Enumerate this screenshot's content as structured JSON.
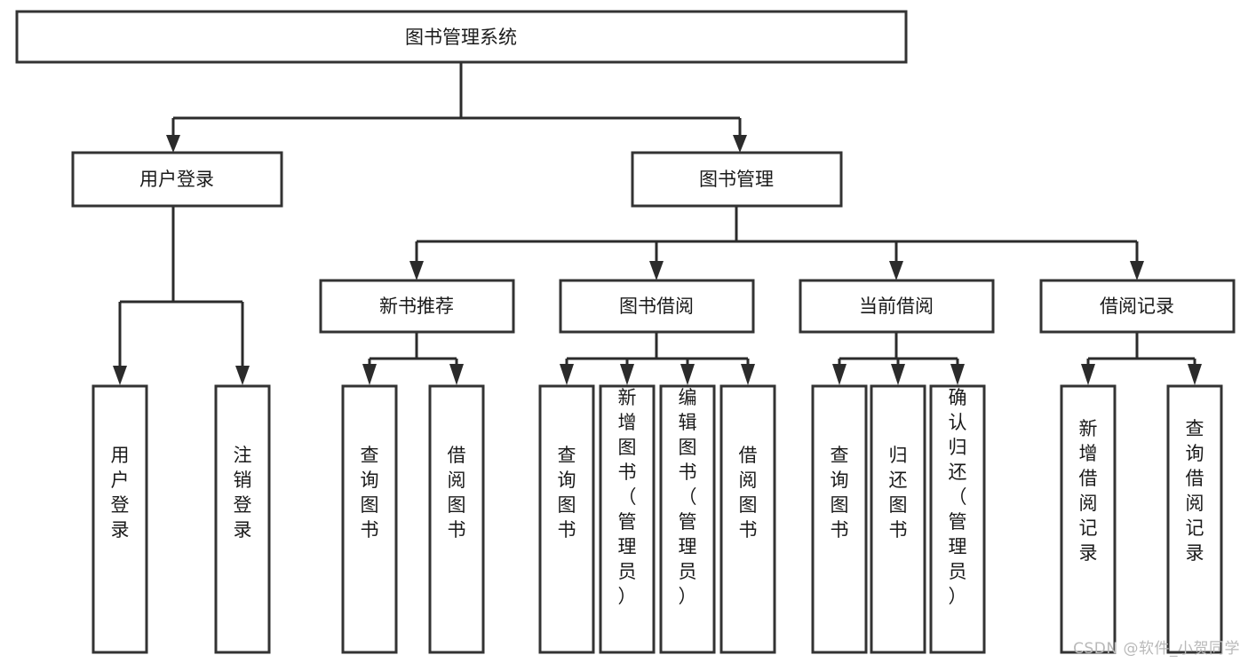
{
  "diagram": {
    "type": "tree-hierarchy",
    "title": "图书管理系统",
    "root": {
      "id": "root",
      "label": "图书管理系统",
      "level": 1
    },
    "level2": [
      {
        "id": "user-login",
        "label": "用户登录",
        "level": 2
      },
      {
        "id": "book-management",
        "label": "图书管理",
        "level": 2
      }
    ],
    "level3": [
      {
        "id": "new-book-recommend",
        "label": "新书推荐",
        "level": 3,
        "parent": "book-management"
      },
      {
        "id": "book-borrow",
        "label": "图书借阅",
        "level": 3,
        "parent": "book-management"
      },
      {
        "id": "current-borrow",
        "label": "当前借阅",
        "level": 3,
        "parent": "book-management"
      },
      {
        "id": "borrow-record",
        "label": "借阅记录",
        "level": 3,
        "parent": "book-management"
      }
    ],
    "leaves": [
      {
        "id": "leaf-user-login",
        "label": "用户登录",
        "parent": "user-login"
      },
      {
        "id": "leaf-logout-login",
        "label": "注销登录",
        "parent": "user-login"
      },
      {
        "id": "leaf-query-book-1",
        "label": "查询图书",
        "parent": "new-book-recommend"
      },
      {
        "id": "leaf-borrow-book-1",
        "label": "借阅图书",
        "parent": "new-book-recommend"
      },
      {
        "id": "leaf-query-book-2",
        "label": "查询图书",
        "parent": "book-borrow"
      },
      {
        "id": "leaf-add-book",
        "label": "新增图书（管理员）",
        "parent": "book-borrow"
      },
      {
        "id": "leaf-edit-book",
        "label": "编辑图书（管理员）",
        "parent": "book-borrow"
      },
      {
        "id": "leaf-borrow-book-2",
        "label": "借阅图书",
        "parent": "book-borrow"
      },
      {
        "id": "leaf-query-book-3",
        "label": "查询图书",
        "parent": "current-borrow"
      },
      {
        "id": "leaf-return-book",
        "label": "归还图书",
        "parent": "current-borrow"
      },
      {
        "id": "leaf-confirm-return",
        "label": "确认归还（管理员）",
        "parent": "current-borrow"
      },
      {
        "id": "leaf-add-record",
        "label": "新增借阅记录",
        "parent": "borrow-record"
      },
      {
        "id": "leaf-query-record",
        "label": "查询借阅记录",
        "parent": "borrow-record"
      }
    ]
  },
  "watermark": {
    "text": "CSDN @软件_小贺同学"
  },
  "colors": {
    "box_fill": "#ffffff",
    "box_stroke": "#333333",
    "connector": "#2b2b2b",
    "text": "#1a1a1a",
    "watermark": "#b9b9b9",
    "background": "#ffffff"
  }
}
